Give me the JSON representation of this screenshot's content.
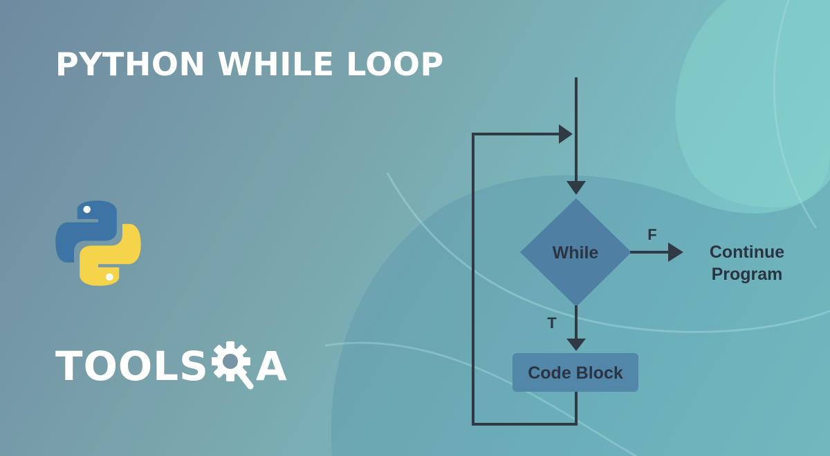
{
  "header": {
    "title": "PYTHON WHILE LOOP"
  },
  "brand": {
    "name_left": "TOOLS",
    "name_right": "A",
    "icons": [
      "python-logo-icon",
      "gear-magnifier-icon"
    ]
  },
  "flowchart": {
    "nodes": {
      "condition": "While",
      "body": "Code Block",
      "exit_line1": "Continue",
      "exit_line2": "Program"
    },
    "edges": {
      "false_label": "F",
      "true_label": "T"
    }
  },
  "colors": {
    "diamond": "#4f80a3",
    "block": "#5287aa",
    "line": "#2f3a45",
    "text": "#2b3440",
    "title": "#ffffff"
  }
}
